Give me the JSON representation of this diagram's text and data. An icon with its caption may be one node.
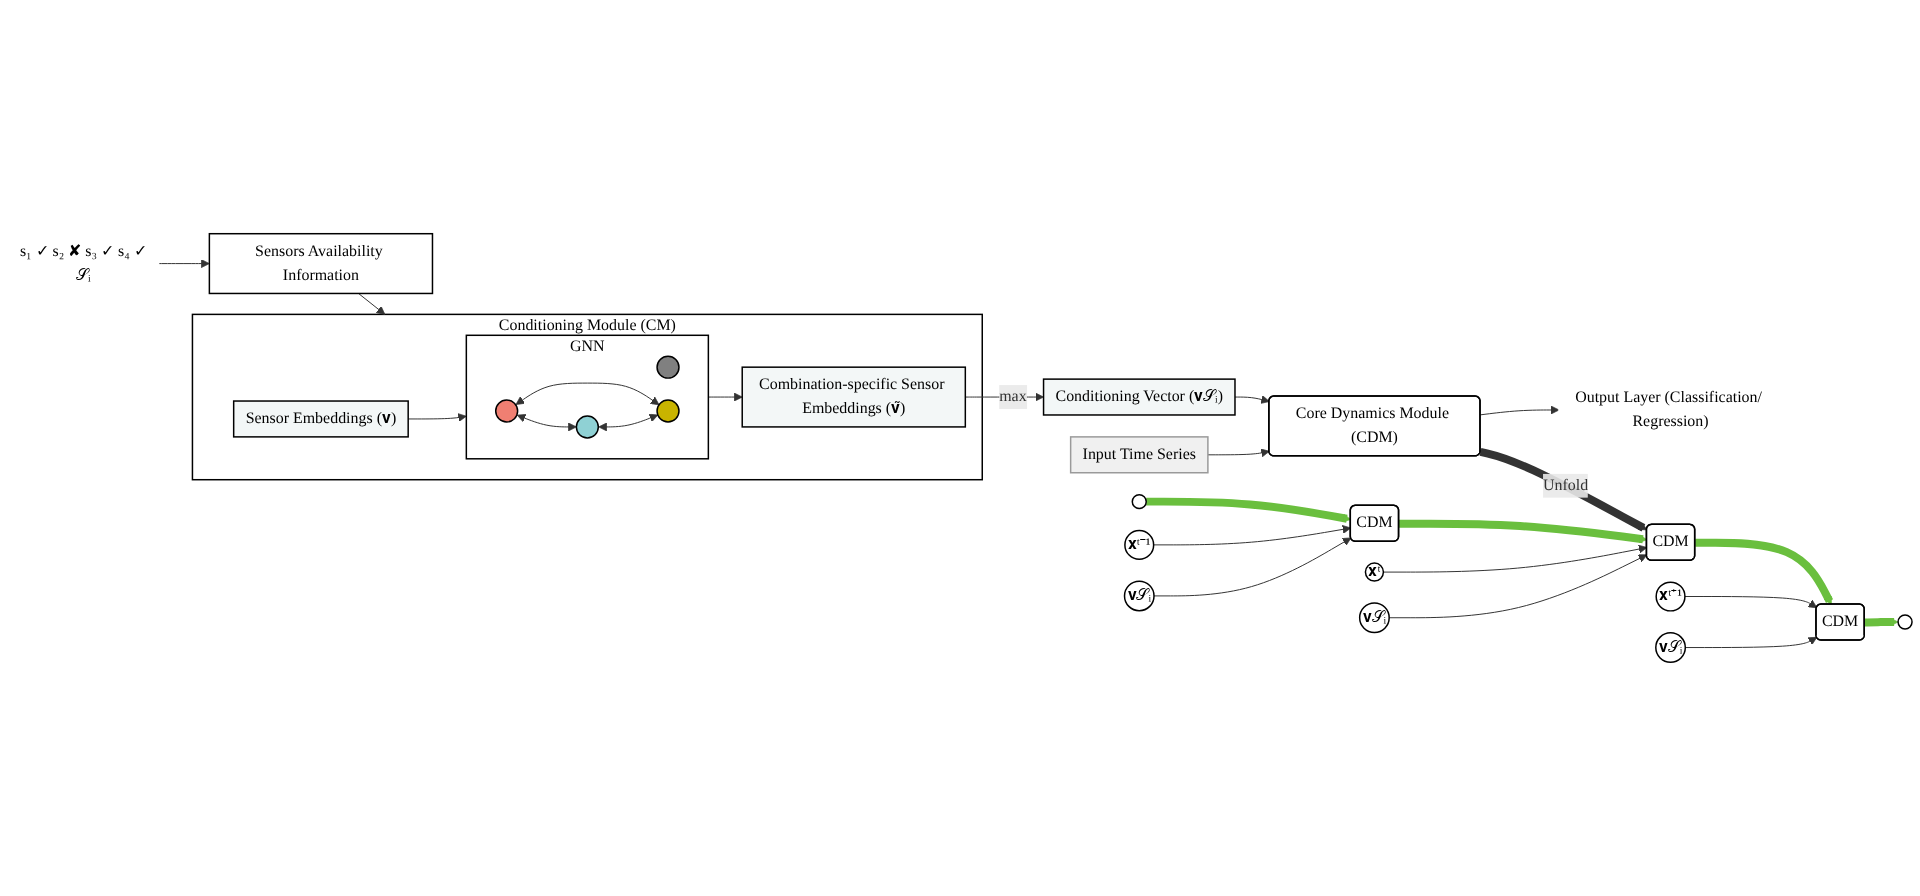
{
  "diagram": {
    "nodes": [
      {
        "text": [
          "Conditioning Module (CM)"
        ]
      },
      {
        "text": [
          "Sensor Embeddings (𝐯)"
        ],
        "in": 0
      },
      {
        "text": [
          "GNN"
        ],
        "in": 0
      },
      {
        "text": [],
        "shape": "circle",
        "in": 2
      },
      {
        "text": [],
        "shape": "circle",
        "in": 2
      },
      {
        "text": [],
        "shape": "circle",
        "in": 2
      },
      {
        "text": [],
        "shape": "circle",
        "in": 2
      },
      {
        "text": [
          "Combination-specific Sensor Embeddings (𝐯̃)"
        ],
        "in": 0
      },
      {
        "text": [
          "Sensors Availability Information"
        ]
      },
      {
        "text": [
          "Conditioning Vector (𝐯𝒮ᵢ)"
        ]
      },
      {
        "text": [
          "Core Dynamics Module (CDM)"
        ]
      },
      {
        "text": [
          "Output Layer (Classification/ Regression)"
        ]
      },
      {
        "text": [
          "s₁ ✓ s₂ ✘ s₃ ✓ s₄ ✓",
          "𝒮ᵢ"
        ]
      },
      {
        "text": [
          "Input Time Series"
        ]
      },
      {
        "text": [],
        "shape": "circle"
      },
      {
        "text": [
          "CDM"
        ]
      },
      {
        "text": [
          "CDM"
        ]
      },
      {
        "text": [
          "CDM"
        ]
      },
      {
        "text": [],
        "shape": "circle"
      },
      {
        "text": [
          "𝐱ᵗ⁻¹"
        ]
      },
      {
        "text": [
          "𝐯𝒮ᵢ"
        ]
      },
      {
        "text": [
          "𝐱ᵗ"
        ]
      },
      {
        "text": [
          "𝐯𝒮ᵢ"
        ]
      },
      {
        "text": [
          "𝐱ᵗ⁺¹"
        ]
      },
      {
        "text": [
          "𝐯𝒮ᵢ"
        ]
      }
    ],
    "edges": [
      {
        "from": 12,
        "to": 8,
        "arrow": "to"
      },
      {
        "from": 8,
        "to": 0,
        "arrow": "to"
      },
      {
        "from": 1,
        "to": 2,
        "arrow": "to"
      },
      {
        "from": 2,
        "to": 7,
        "arrow": "to"
      },
      {
        "from": 4,
        "to": 5,
        "arrow": "both"
      },
      {
        "from": 4,
        "to": 6,
        "arrow": "both"
      },
      {
        "from": 5,
        "to": 6,
        "arrow": "both"
      },
      {
        "from": 7,
        "to": 9,
        "arrow": "to",
        "label": "max"
      },
      {
        "from": 9,
        "to": 10,
        "arrow": "to"
      },
      {
        "from": 13,
        "to": 10,
        "arrow": "to"
      },
      {
        "from": 10,
        "to": 11,
        "arrow": "to"
      },
      {
        "from": 10,
        "to": 16,
        "arrow": "to",
        "label": "Unfold",
        "style": "thick"
      },
      {
        "from": 14,
        "to": 15,
        "arrow": "to",
        "style": "thick",
        "color": "#6abf3e"
      },
      {
        "from": 15,
        "to": 16,
        "arrow": "to",
        "style": "thick",
        "color": "#6abf3e"
      },
      {
        "from": 16,
        "to": 17,
        "arrow": "to",
        "style": "thick",
        "color": "#6abf3e"
      },
      {
        "from": 17,
        "to": 18,
        "arrow": "to",
        "style": "thick",
        "color": "#6abf3e"
      },
      {
        "from": 19,
        "to": 15,
        "arrow": "to"
      },
      {
        "from": 20,
        "to": 15,
        "arrow": "to"
      },
      {
        "from": 21,
        "to": 16,
        "arrow": "to"
      },
      {
        "from": 22,
        "to": 16,
        "arrow": "to"
      },
      {
        "from": 23,
        "to": 17,
        "arrow": "to"
      },
      {
        "from": 24,
        "to": 17,
        "arrow": "to"
      }
    ]
  }
}
